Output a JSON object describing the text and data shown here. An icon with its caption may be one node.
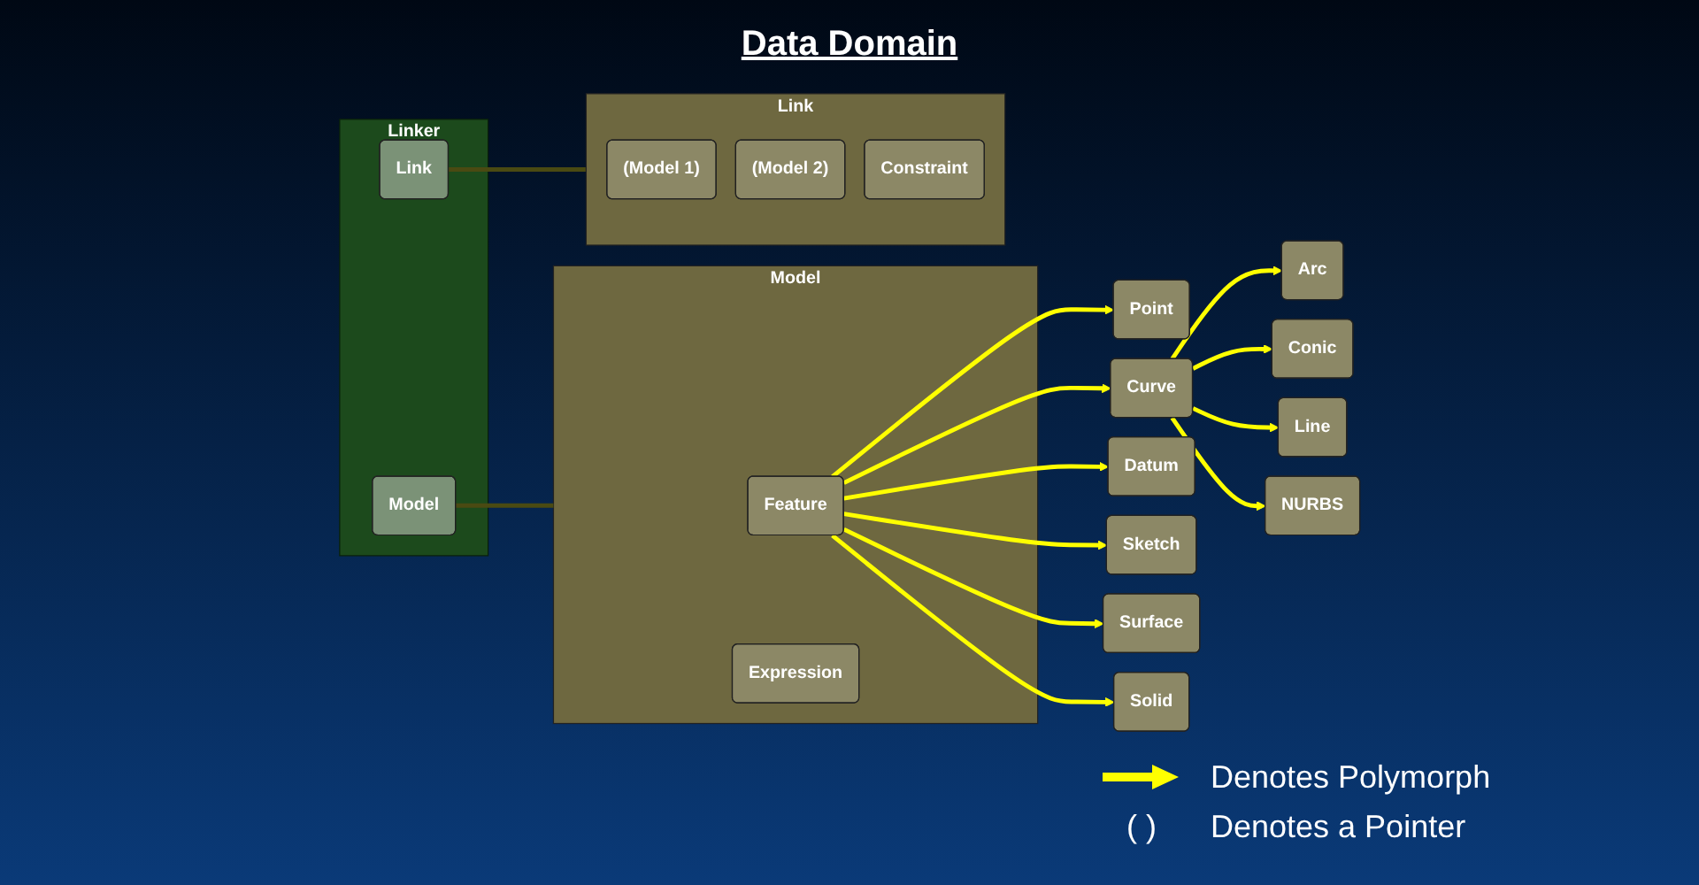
{
  "diagram": {
    "title": "Data Domain",
    "nodes": [
      {
        "text": [
          "Linker"
        ]
      },
      {
        "text": [
          "Model"
        ],
        "in": 0
      },
      {
        "text": [
          "Link"
        ],
        "in": 0
      },
      {
        "text": [
          "Model"
        ]
      },
      {
        "text": [
          "Feature"
        ],
        "in": 3
      },
      {
        "text": [
          "Expression"
        ],
        "in": 3
      },
      {
        "text": [
          "Link"
        ]
      },
      {
        "text": [
          "(Model 1)"
        ],
        "in": 6
      },
      {
        "text": [
          "(Model 2)"
        ],
        "in": 6
      },
      {
        "text": [
          "Constraint"
        ],
        "in": 6
      },
      {
        "text": [
          "Point"
        ]
      },
      {
        "text": [
          "Curve"
        ]
      },
      {
        "text": [
          "Datum"
        ]
      },
      {
        "text": [
          "Sketch"
        ]
      },
      {
        "text": [
          "Surface"
        ]
      },
      {
        "text": [
          "Solid"
        ]
      },
      {
        "text": [
          "Arc"
        ]
      },
      {
        "text": [
          "Conic"
        ]
      },
      {
        "text": [
          "Line"
        ]
      },
      {
        "text": [
          "NURBS"
        ]
      }
    ],
    "edges": [
      {
        "from": 1,
        "to": 3,
        "arrow": "none",
        "color": "#4a4a12"
      },
      {
        "from": 2,
        "to": 6,
        "arrow": "none",
        "color": "#4a4a12"
      },
      {
        "from": 4,
        "to": 10,
        "arrow": "to"
      },
      {
        "from": 4,
        "to": 11,
        "arrow": "to"
      },
      {
        "from": 4,
        "to": 12,
        "arrow": "to"
      },
      {
        "from": 4,
        "to": 13,
        "arrow": "to"
      },
      {
        "from": 4,
        "to": 14,
        "arrow": "to"
      },
      {
        "from": 4,
        "to": 15,
        "arrow": "to"
      },
      {
        "from": 11,
        "to": 16,
        "arrow": "to"
      },
      {
        "from": 11,
        "to": 17,
        "arrow": "to"
      },
      {
        "from": 11,
        "to": 18,
        "arrow": "to"
      },
      {
        "from": 11,
        "to": 19,
        "arrow": "to"
      }
    ],
    "labels": [
      "( )"
    ],
    "legend": [
      {
        "text": "Denotes Polymorph"
      },
      {
        "text": "Denotes a Pointer"
      }
    ]
  }
}
